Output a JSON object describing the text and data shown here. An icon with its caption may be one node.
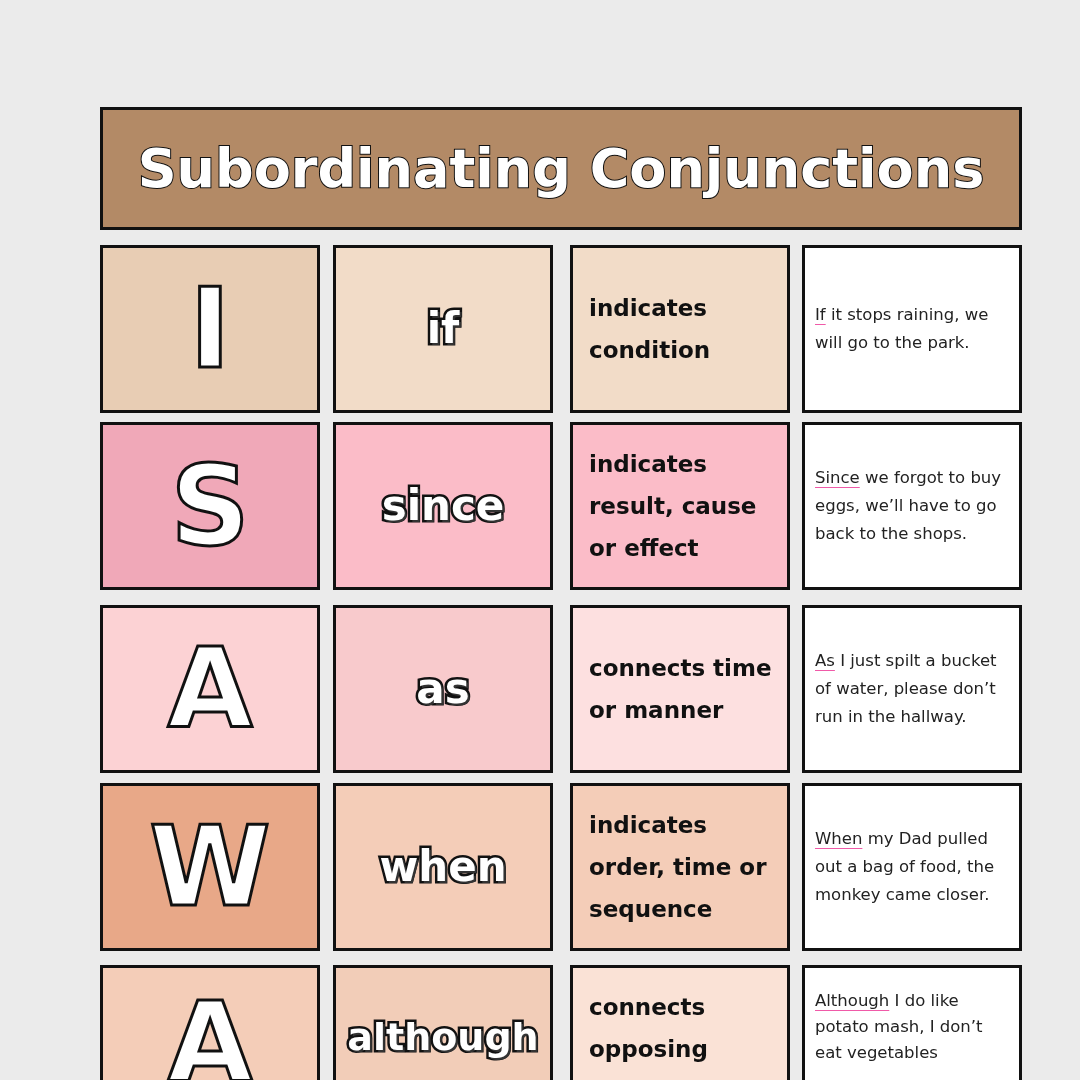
{
  "diagram": {
    "title": "Subordinating Conjunctions",
    "nodes": [
      {
        "text": [
          "I"
        ]
      },
      {
        "text": [
          "if"
        ]
      },
      {
        "text": [
          "indicates condition"
        ]
      },
      {
        "text": [
          "If it stops raining, we will go to the park."
        ]
      },
      {
        "text": [
          "S"
        ]
      },
      {
        "text": [
          "since"
        ]
      },
      {
        "text": [
          "indicates result, cause or effect"
        ]
      },
      {
        "text": [
          "Since we forgot to buy eggs, we’ll have to go back to the shops."
        ]
      },
      {
        "text": [
          "A"
        ]
      },
      {
        "text": [
          "as"
        ]
      },
      {
        "text": [
          "connects time or manner"
        ]
      },
      {
        "text": [
          "As I just spilt a bucket of water, please don’t run in the hallway."
        ]
      },
      {
        "text": [
          "W"
        ]
      },
      {
        "text": [
          "when"
        ]
      },
      {
        "text": [
          "indicates order, time or sequence"
        ]
      },
      {
        "text": [
          "When my Dad pulled out a bag of food, the monkey came closer."
        ]
      },
      {
        "text": [
          "A"
        ]
      },
      {
        "text": [
          "although"
        ]
      },
      {
        "text": [
          "connects opposing"
        ]
      },
      {
        "text": [
          "Although I do like potato mash, I don’t eat vegetables"
        ]
      }
    ]
  }
}
